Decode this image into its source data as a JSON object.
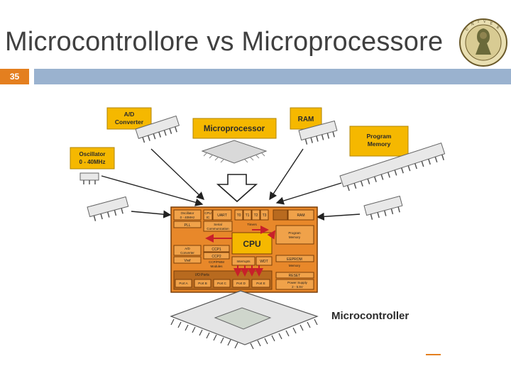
{
  "slide": {
    "title": "Microcontrollore vs Microprocessore",
    "number": "35"
  },
  "colors": {
    "accent_orange": "#e47f1f",
    "bar_blue": "#9ab2cf",
    "label_yellow": "#f5b800",
    "chip_orange": "#e8882a",
    "pin_red": "#c8202a"
  },
  "diagram": {
    "peripherals": {
      "adc": [
        "A/D",
        "Converter"
      ],
      "microprocessor": "Microprocessor",
      "ram": "RAM",
      "program_memory": [
        "Program",
        "Memory"
      ],
      "oscillator": [
        "Oscillator",
        "0 - 40MHz"
      ]
    },
    "die": {
      "osc_block": [
        "Oscillator",
        "0 - 40MHz"
      ],
      "cpu_top": [
        "CPU",
        "IC"
      ],
      "uart": "UART",
      "timers": [
        "T0",
        "T1",
        "T2",
        "T3"
      ],
      "ram": "RAM",
      "pll": "PLL",
      "serial": [
        "Serial",
        "Communication"
      ],
      "timers_label": "Timers",
      "cpu": "CPU",
      "adc": [
        "A/D",
        "Converter"
      ],
      "ccp": [
        "CCP1",
        "CCP2"
      ],
      "ccp_pwm": [
        "CCP/PWM",
        "Modules"
      ],
      "program_memory": [
        "Program",
        "Memory"
      ],
      "eeprom": "EEPROM",
      "memory": "Memory",
      "vref": "Vref",
      "interrupts": "Interrupts",
      "wdt": "WDT",
      "io_ports": "I/O Ports",
      "reset": "RESET",
      "power_supply": [
        "Power Supply",
        "2 - 5.5V"
      ],
      "ports": [
        "Port A",
        "Port B",
        "Port C",
        "Port D",
        "Port E"
      ]
    },
    "microcontroller_label": "Microcontroller"
  }
}
